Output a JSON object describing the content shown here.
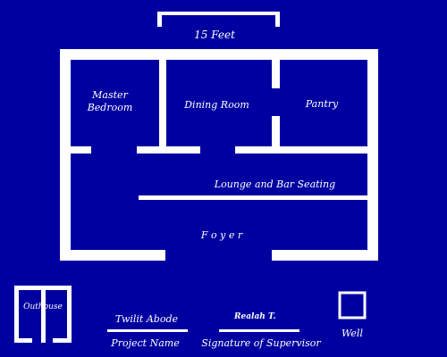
{
  "scale": {
    "label": "15 Feet"
  },
  "rooms": {
    "master_bedroom": {
      "line1": "Master",
      "line2": "Bedroom"
    },
    "dining_room": "Dining Room",
    "pantry": "Pantry",
    "lounge": "Lounge and Bar Seating",
    "foyer": "F o y e r"
  },
  "outbuildings": {
    "outhouse": "Outhouse",
    "well": "Well"
  },
  "title_block": {
    "project_name_value": "Twilit Abode",
    "project_name_caption": "Project Name",
    "supervisor_signature": "Realah T.",
    "supervisor_caption": "Signature of Supervisor"
  },
  "colors": {
    "background": "#0000a0",
    "lines": "#ffffff"
  }
}
